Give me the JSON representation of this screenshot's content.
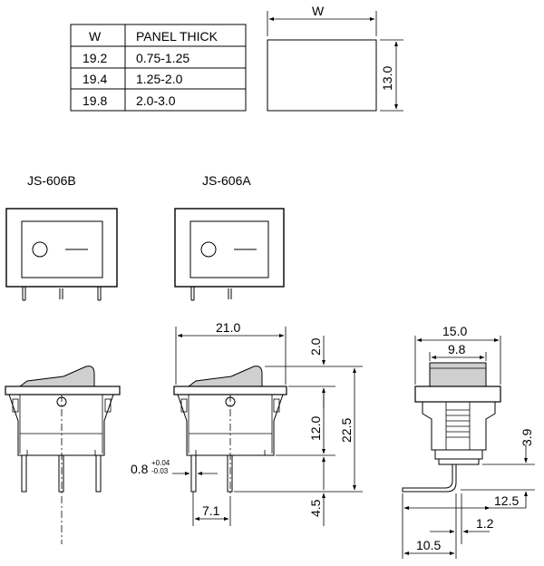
{
  "panel_table": {
    "headers": [
      "W",
      "PANEL THICK"
    ],
    "rows": [
      [
        "19.2",
        "0.75-1.25"
      ],
      [
        "19.4",
        "1.25-2.0"
      ],
      [
        "19.8",
        "2.0-3.0"
      ]
    ]
  },
  "cutout": {
    "width_label": "W",
    "height_label": "13.0"
  },
  "models": {
    "left": "JS-606B",
    "right": "JS-606A"
  },
  "dimensions": {
    "body_width": "21.0",
    "rocker_height": "2.0",
    "body_height": "12.0",
    "total_height": "22.5",
    "terminal_length": "4.5",
    "terminal_width_base": "0.8",
    "terminal_tol_plus": "+0.04",
    "terminal_tol_minus": "-0.03",
    "terminal_pitch": "7.1",
    "side_width": "15.0",
    "side_inner": "9.8",
    "side_offset": "3.9",
    "side_depth": "12.5",
    "side_thickness": "1.2",
    "side_foot": "10.5"
  }
}
